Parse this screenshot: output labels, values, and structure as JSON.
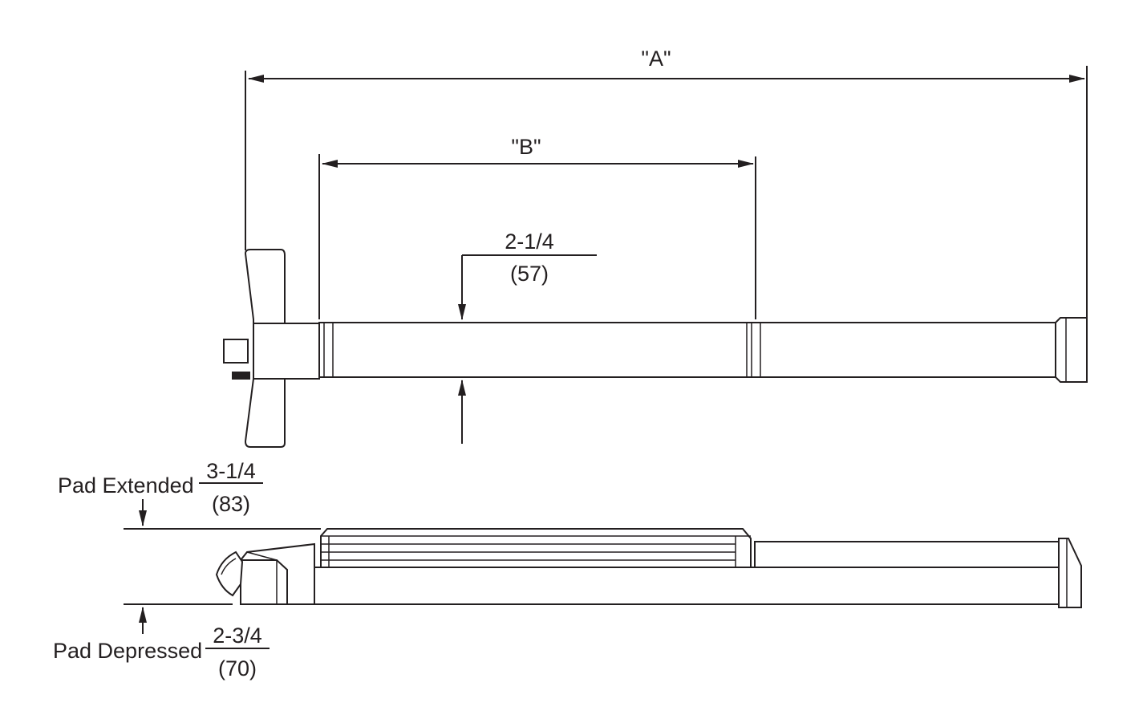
{
  "diagram": {
    "dimension_a": {
      "label": "\"A\""
    },
    "dimension_b": {
      "label": "\"B\""
    },
    "bar_height": {
      "imperial": "2-1/4",
      "metric": "(57)"
    },
    "pad_extended": {
      "caption": "Pad Extended",
      "imperial": "3-1/4",
      "metric": "(83)"
    },
    "pad_depressed": {
      "caption": "Pad Depressed",
      "imperial": "2-3/4",
      "metric": "(70)"
    },
    "stroke_color": "#231f20"
  }
}
